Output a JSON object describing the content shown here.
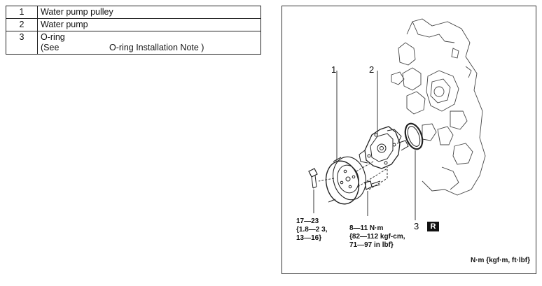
{
  "parts": [
    {
      "num": "1",
      "name": "Water pump pulley"
    },
    {
      "num": "2",
      "name": "Water pump"
    },
    {
      "num": "3",
      "name": "O-ring",
      "note_open": "(See",
      "note_text": "O-ring Installation Note )"
    }
  ],
  "figure": {
    "callouts": {
      "c1": "1",
      "c2": "2",
      "c3": "3"
    },
    "replace_badge": "R",
    "torque_left": [
      "17—23",
      "{1.8—2 3,",
      "13—16}"
    ],
    "torque_mid": [
      "8—11 N·m",
      "{82—112 kgf-cm,",
      "71—97 in lbf}"
    ],
    "unit_note": "N·m {kgf·m, ft·lbf}"
  }
}
